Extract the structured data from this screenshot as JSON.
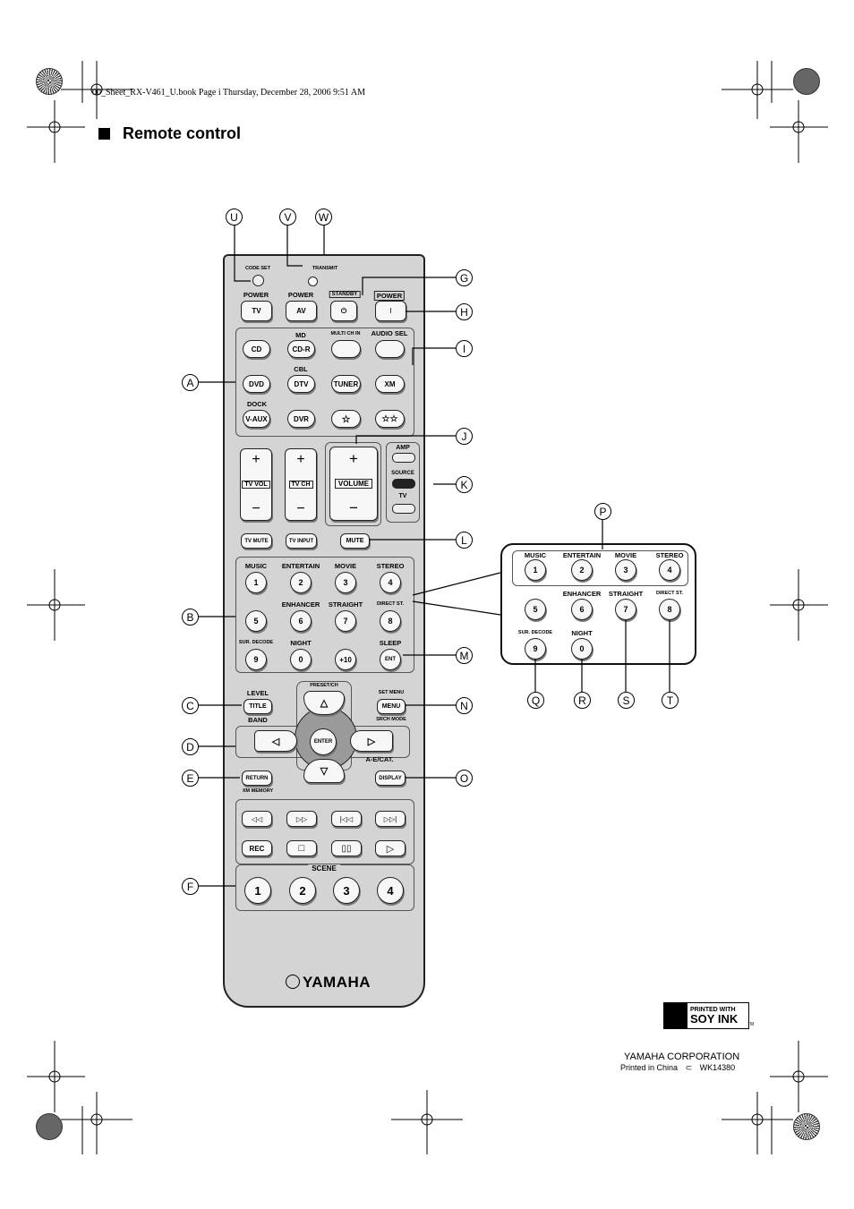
{
  "header": {
    "file_line": "00_Sheet_RX-V461_U.book  Page i  Thursday, December 28, 2006  9:51 AM"
  },
  "title": "Remote control",
  "callouts": [
    "A",
    "B",
    "C",
    "D",
    "E",
    "F",
    "G",
    "H",
    "I",
    "J",
    "K",
    "L",
    "M",
    "N",
    "O",
    "P",
    "Q",
    "R",
    "S",
    "T",
    "U",
    "V",
    "W"
  ],
  "remote": {
    "top_labels": {
      "code_set": "CODE SET",
      "transmit": "TRANSMIT"
    },
    "power_row": {
      "labels": [
        "POWER",
        "POWER",
        "STANDBY",
        "POWER"
      ],
      "buttons": [
        "TV",
        "AV",
        "⏻",
        "I"
      ]
    },
    "input_row1": {
      "labels": [
        "",
        "MD",
        "MULTI CH IN",
        "AUDIO SEL"
      ],
      "buttons": [
        "CD",
        "CD-R",
        "",
        ""
      ]
    },
    "input_row2": {
      "labels": [
        "",
        "CBL",
        "",
        ""
      ],
      "buttons": [
        "DVD",
        "DTV",
        "TUNER",
        "XM"
      ]
    },
    "input_row3": {
      "labels": [
        "DOCK",
        "",
        "",
        ""
      ],
      "buttons": [
        "V-AUX",
        "DVR",
        "☆",
        "☆☆"
      ]
    },
    "volume": {
      "tv_vol": "TV VOL",
      "tv_ch": "TV CH",
      "volume": "VOLUME",
      "plus": "+",
      "minus": "−"
    },
    "mode_switch": {
      "amp": "AMP",
      "source": "SOURCE",
      "tv": "TV"
    },
    "mute_row": [
      "TV MUTE",
      "TV INPUT",
      "MUTE"
    ],
    "sound_row1": {
      "labels": [
        "MUSIC",
        "ENTERTAIN",
        "MOVIE",
        "STEREO"
      ],
      "keys": [
        "1",
        "2",
        "3",
        "4"
      ]
    },
    "sound_row2": {
      "labels": [
        "",
        "ENHANCER",
        "STRAIGHT",
        "DIRECT ST."
      ],
      "keys": [
        "5",
        "6",
        "7",
        "8"
      ]
    },
    "sound_row3": {
      "labels": [
        "SUR. DECODE",
        "NIGHT",
        "",
        "SLEEP"
      ],
      "keys": [
        "9",
        "0",
        "+10",
        "ENT"
      ]
    },
    "nav": {
      "level": "LEVEL",
      "title": "TITLE",
      "band": "BAND",
      "preset_ch": "PRESET/CH",
      "set_menu": "SET MENU",
      "menu": "MENU",
      "srch_mode": "SRCH MODE",
      "enter": "ENTER",
      "ae_cat": "A-E/CAT.",
      "return": "RETURN",
      "xm_memory": "XM MEMORY",
      "display": "DISPLAY"
    },
    "transport_row1": [
      "◁◁",
      "▷▷",
      "|◁◁",
      "▷▷|"
    ],
    "transport_row2": [
      "REC",
      "□",
      "▯▯",
      "▷"
    ],
    "scene": {
      "label": "SCENE",
      "keys": [
        "1",
        "2",
        "3",
        "4"
      ]
    },
    "brand": "YAMAHA"
  },
  "zoom_panel": {
    "row1": {
      "labels": [
        "MUSIC",
        "ENTERTAIN",
        "MOVIE",
        "STEREO"
      ],
      "keys": [
        "1",
        "2",
        "3",
        "4"
      ]
    },
    "row2": {
      "labels": [
        "",
        "ENHANCER",
        "STRAIGHT",
        "DIRECT ST."
      ],
      "keys": [
        "5",
        "6",
        "7",
        "8"
      ]
    },
    "row3": {
      "labels": [
        "SUR. DECODE",
        "NIGHT"
      ],
      "keys": [
        "9",
        "0"
      ]
    }
  },
  "footer": {
    "soy_line1": "PRINTED WITH",
    "soy_line2": "SOY INK",
    "soy_tm": "TM",
    "corporation": "YAMAHA CORPORATION",
    "printed_in": "Printed in China",
    "code": "WK14380"
  }
}
